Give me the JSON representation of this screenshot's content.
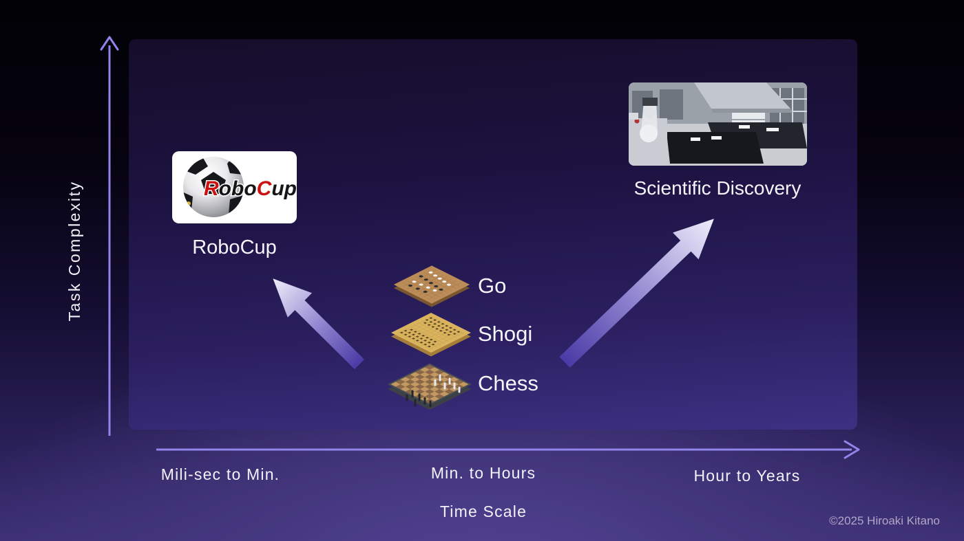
{
  "diagram": {
    "y_axis": {
      "label": "Task Complexity"
    },
    "x_axis": {
      "label": "Time Scale",
      "ticks": [
        "Mili-sec to Min.",
        "Min. to Hours",
        "Hour to Years"
      ]
    },
    "robocup": {
      "label": "RoboCup",
      "logo_segments": [
        {
          "text": "R",
          "color": "#cc1111"
        },
        {
          "text": "obo",
          "color": "#161616"
        },
        {
          "text": "C",
          "color": "#cc1111"
        },
        {
          "text": "up",
          "color": "#161616"
        }
      ]
    },
    "games": [
      {
        "label": "Go"
      },
      {
        "label": "Shogi"
      },
      {
        "label": "Chess"
      }
    ],
    "scientific_discovery": {
      "label": "Scientific Discovery"
    },
    "copyright": "©2025 Hiroaki Kitano",
    "colors": {
      "axis": "#9184ea",
      "arrow_tail": "#4a3aa6",
      "arrow_tip": "#efedfb",
      "text": "#f5f3fa",
      "copyright_text": "#b0a8c6",
      "background_top": "#020105",
      "background_bottom": "#4c3d88",
      "panel_top": "#150d2a",
      "panel_bottom": "#3d3083"
    }
  }
}
